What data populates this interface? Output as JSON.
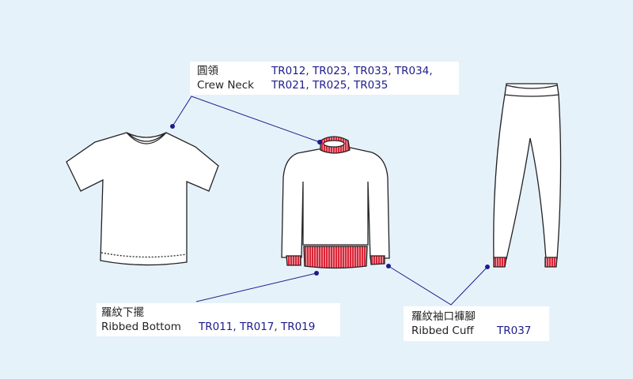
{
  "labels": {
    "crew_neck": {
      "zh": "圓領",
      "en": "Crew Neck",
      "codes_line1": "TR012, TR023, TR033, TR034,",
      "codes_line2": "TR021, TR025, TR035"
    },
    "ribbed_bottom": {
      "zh": "羅紋下擺",
      "en": "Ribbed Bottom",
      "codes": "TR011, TR017, TR019"
    },
    "ribbed_cuff": {
      "zh": "羅紋袖口褲腳",
      "en": "Ribbed Cuff",
      "codes": "TR037"
    }
  },
  "colors": {
    "background": "#e6f2fa",
    "leader": "#1c1c8c",
    "rib": "#d8283a",
    "code_text": "#1c1c8c"
  }
}
